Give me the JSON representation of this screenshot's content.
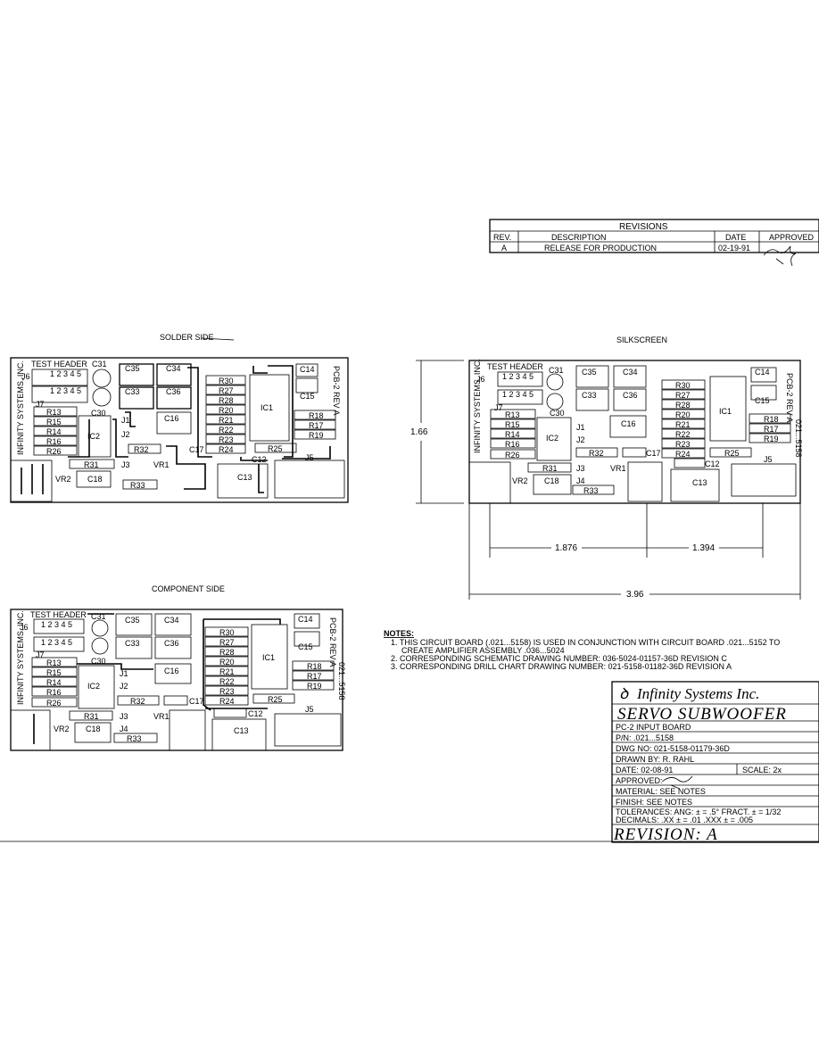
{
  "revisions": {
    "title": "REVISIONS",
    "headers": {
      "rev": "REV.",
      "description": "DESCRIPTION",
      "date": "DATE",
      "approved": "APPROVED"
    },
    "row": {
      "rev": "A",
      "description": "RELEASE FOR PRODUCTION",
      "date": "02-19-91"
    }
  },
  "views": {
    "solder_side": "SOLDER SIDE",
    "silkscreen": "SILKSCREEN",
    "component_side": "COMPONENT SIDE"
  },
  "board": {
    "test_header": "TEST HEADER",
    "maker": "INFINITY SYSTEMS, INC.",
    "pcb_id": "PCB-2 REV A",
    "part_ref": "021...5158",
    "header_pins": "1 2 3 4 5",
    "labels": {
      "j6": "J6",
      "j7": "J7",
      "c31": "C31",
      "c35": "C35",
      "c34": "C34",
      "c33": "C33",
      "c36": "C36",
      "c30": "C30",
      "c14": "C14",
      "c15": "C15",
      "ic1": "IC1",
      "ic2": "IC2",
      "c16": "C16",
      "r13": "R13",
      "r15": "R15",
      "r14": "R14",
      "r16": "R16",
      "r26": "R26",
      "r30": "R30",
      "r27": "R27",
      "r28": "R28",
      "r20": "R20",
      "r21": "R21",
      "r22": "R22",
      "r23": "R23",
      "r24": "R24",
      "r18": "R18",
      "r17": "R17",
      "r19": "R19",
      "r25": "R25",
      "r32": "R32",
      "r31": "R31",
      "r33": "R33",
      "c17": "C17",
      "c12": "C12",
      "c13": "C13",
      "c18": "C18",
      "j1": "J1",
      "j2": "J2",
      "j3": "J3",
      "j4": "J4",
      "j5": "J5",
      "vr1": "VR1",
      "vr2": "VR2"
    }
  },
  "dimensions": {
    "height": "1.66",
    "left_span": "1.876",
    "right_span": "1.394",
    "total": "3.96"
  },
  "notes": {
    "title": "NOTES:",
    "items": [
      "1. THIS CIRCUIT BOARD (.021...5158) IS USED IN CONJUNCTION WITH CIRCUIT BOARD .021...5152 TO",
      "CREATE AMPLIFIER ASSEMBLY .036...5024",
      "2. CORRESPONDING SCHEMATIC DRAWING NUMBER: 036-5024-01157-36D REVISION C",
      "3. CORRESPONDING DRILL CHART DRAWING NUMBER: 021-5158-01182-36D REVISION A"
    ]
  },
  "title_block": {
    "company": "Infinity Systems Inc.",
    "product": "SERVO SUBWOOFER",
    "board": "PC-2 INPUT BOARD",
    "part_no": "P/N: .021...5158",
    "dwg_no": "DWG NO: 021-5158-01179-36D",
    "drawn_by": "DRAWN BY: R. RAHL",
    "date": "DATE: 02-08-91",
    "scale": "SCALE: 2x",
    "approved": "APPROVED:",
    "material": "MATERIAL: SEE NOTES",
    "finish": "FINISH: SEE NOTES",
    "tolerances": "TOLERANCES: ANG: ± = .5° FRACT. ± = 1/32",
    "decimals": "DECIMALS: .XX ± = .01 .XXX ± = .005",
    "revision": "REVISION: A"
  }
}
